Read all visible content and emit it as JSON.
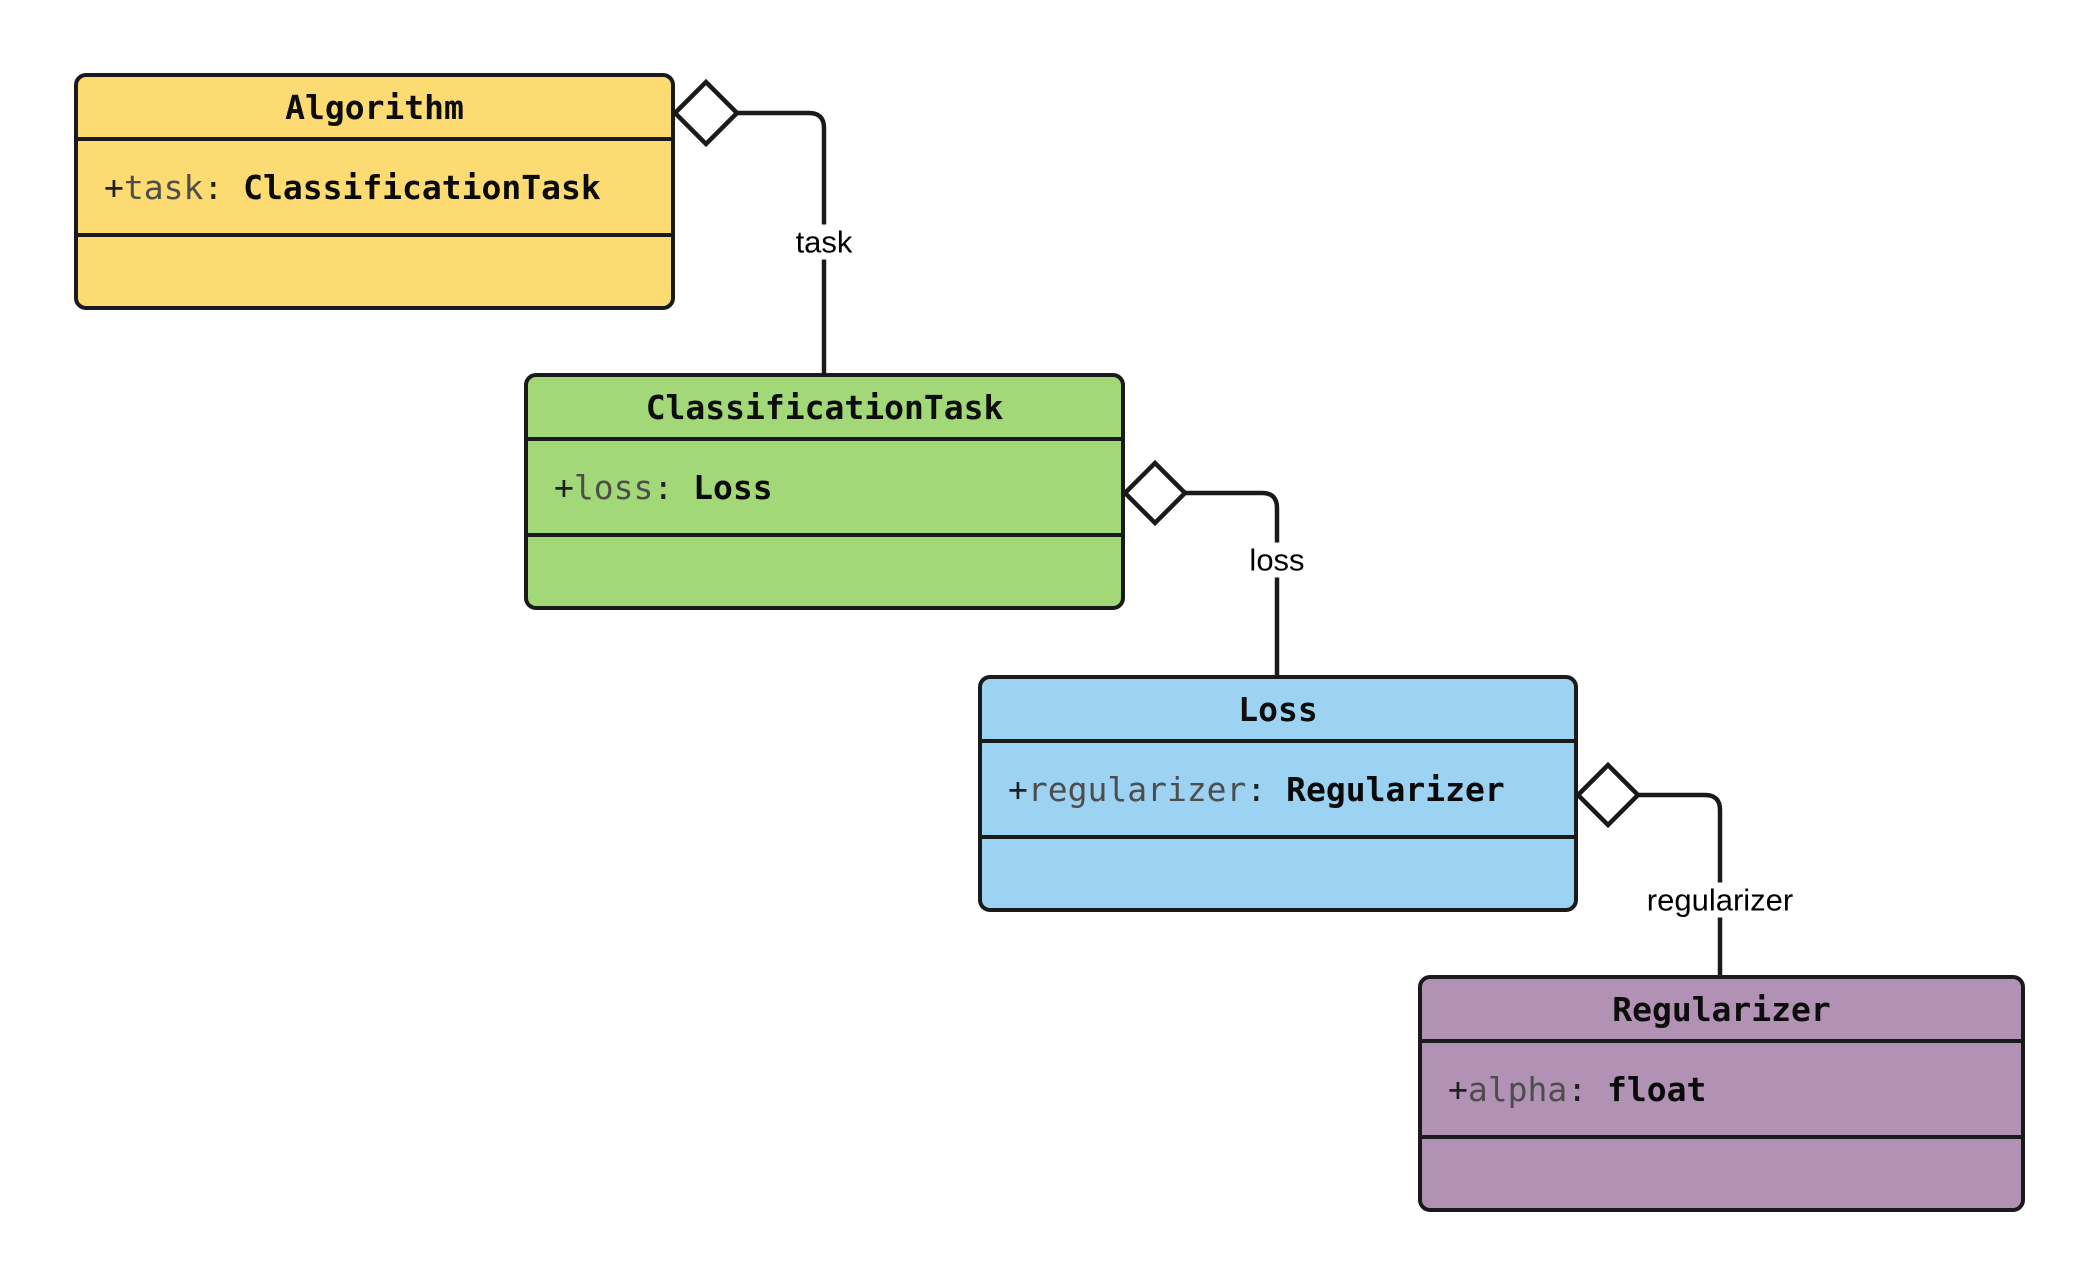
{
  "diagram": {
    "line_color": "#1a1a1a",
    "label_background": "#ffffff",
    "classes": [
      {
        "name": "Algorithm",
        "fill": "#fbdb72",
        "attributes": [
          {
            "visibility": "+",
            "name": "task",
            "separator": ":",
            "type": "ClassificationTask"
          }
        ]
      },
      {
        "name": "ClassificationTask",
        "fill": "#a2d877",
        "attributes": [
          {
            "visibility": "+",
            "name": "loss",
            "separator": ":",
            "type": "Loss"
          }
        ]
      },
      {
        "name": "Loss",
        "fill": "#9cd2f2",
        "attributes": [
          {
            "visibility": "+",
            "name": "regularizer",
            "separator": ":",
            "type": "Regularizer"
          }
        ]
      },
      {
        "name": "Regularizer",
        "fill": "#b292b4",
        "attributes": [
          {
            "visibility": "+",
            "name": "alpha",
            "separator": ":",
            "type": "float"
          }
        ]
      }
    ],
    "edges": [
      {
        "label": "task",
        "from": "Algorithm",
        "to": "ClassificationTask",
        "kind": "aggregation"
      },
      {
        "label": "loss",
        "from": "ClassificationTask",
        "to": "Loss",
        "kind": "aggregation"
      },
      {
        "label": "regularizer",
        "from": "Loss",
        "to": "Regularizer",
        "kind": "aggregation"
      }
    ]
  }
}
